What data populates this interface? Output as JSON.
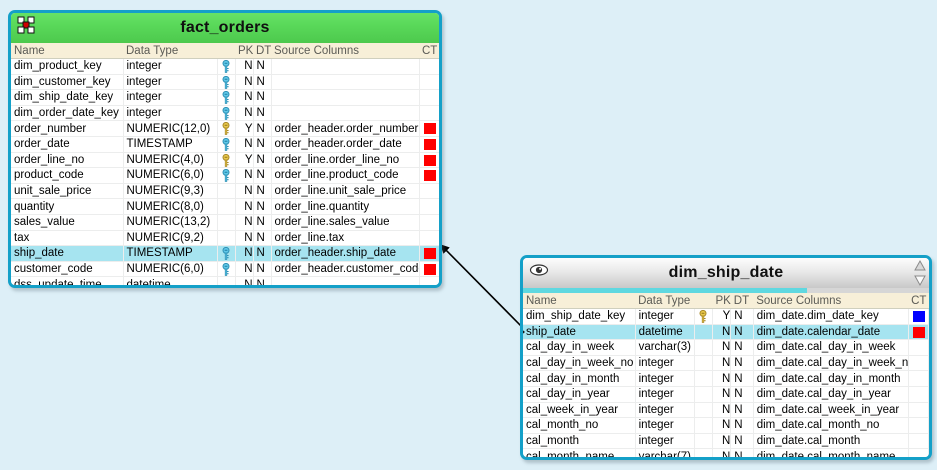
{
  "canvas": {
    "background": "#ddeff7"
  },
  "columns_header": {
    "name": "Name",
    "data_type": "Data Type",
    "pk": "PK",
    "dt": "DT",
    "source_columns": "Source Columns",
    "ct": "CT"
  },
  "fact_table": {
    "title": "fact_orders",
    "icon": "checker-grid-icon",
    "titlebar_color": "#5ad95a",
    "border_color": "#14a0c8",
    "rows": [
      {
        "name": "dim_product_key",
        "data_type": "integer",
        "key": "blue",
        "pk": "N",
        "dt": "N",
        "source": "",
        "ct": ""
      },
      {
        "name": "dim_customer_key",
        "data_type": "integer",
        "key": "blue",
        "pk": "N",
        "dt": "N",
        "source": "",
        "ct": ""
      },
      {
        "name": "dim_ship_date_key",
        "data_type": "integer",
        "key": "blue",
        "pk": "N",
        "dt": "N",
        "source": "",
        "ct": ""
      },
      {
        "name": "dim_order_date_key",
        "data_type": "integer",
        "key": "blue",
        "pk": "N",
        "dt": "N",
        "source": "",
        "ct": ""
      },
      {
        "name": "order_number",
        "data_type": "NUMERIC(12,0)",
        "key": "gold",
        "pk": "Y",
        "dt": "N",
        "source": "order_header.order_number",
        "ct": "#ff0000"
      },
      {
        "name": "order_date",
        "data_type": "TIMESTAMP",
        "key": "blue",
        "pk": "N",
        "dt": "N",
        "source": "order_header.order_date",
        "ct": "#ff0000"
      },
      {
        "name": "order_line_no",
        "data_type": "NUMERIC(4,0)",
        "key": "gold",
        "pk": "Y",
        "dt": "N",
        "source": "order_line.order_line_no",
        "ct": "#ff0000"
      },
      {
        "name": "product_code",
        "data_type": "NUMERIC(6,0)",
        "key": "blue",
        "pk": "N",
        "dt": "N",
        "source": "order_line.product_code",
        "ct": "#ff0000"
      },
      {
        "name": "unit_sale_price",
        "data_type": "NUMERIC(9,3)",
        "key": "",
        "pk": "N",
        "dt": "N",
        "source": "order_line.unit_sale_price",
        "ct": ""
      },
      {
        "name": "quantity",
        "data_type": "NUMERIC(8,0)",
        "key": "",
        "pk": "N",
        "dt": "N",
        "source": "order_line.quantity",
        "ct": ""
      },
      {
        "name": "sales_value",
        "data_type": "NUMERIC(13,2)",
        "key": "",
        "pk": "N",
        "dt": "N",
        "source": "order_line.sales_value",
        "ct": ""
      },
      {
        "name": "tax",
        "data_type": "NUMERIC(9,2)",
        "key": "",
        "pk": "N",
        "dt": "N",
        "source": "order_line.tax",
        "ct": ""
      },
      {
        "name": "ship_date",
        "data_type": "TIMESTAMP",
        "key": "blue",
        "pk": "N",
        "dt": "N",
        "source": "order_header.ship_date",
        "ct": "#ff0000",
        "selected": true
      },
      {
        "name": "customer_code",
        "data_type": "NUMERIC(6,0)",
        "key": "blue",
        "pk": "N",
        "dt": "N",
        "source": "order_header.customer_code",
        "ct": "#ff0000"
      },
      {
        "name": "dss_update_time",
        "data_type": "datetime",
        "key": "",
        "pk": "N",
        "dt": "N",
        "source": "",
        "ct": ""
      }
    ]
  },
  "dim_table": {
    "title": "dim_ship_date",
    "icon": "eye-icon",
    "titlebar_color": "#e9e9e9",
    "border_color": "#14a0c8",
    "progress_percent": 70,
    "rows": [
      {
        "name": "dim_ship_date_key",
        "data_type": "integer",
        "key": "gold",
        "pk": "Y",
        "dt": "N",
        "source": "dim_date.dim_date_key",
        "ct": "#0000ff"
      },
      {
        "name": "ship_date",
        "data_type": "datetime",
        "key": "",
        "pk": "N",
        "dt": "N",
        "source": "dim_date.calendar_date",
        "ct": "#ff0000",
        "selected": true,
        "marker": true
      },
      {
        "name": "cal_day_in_week",
        "data_type": "varchar(3)",
        "key": "",
        "pk": "N",
        "dt": "N",
        "source": "dim_date.cal_day_in_week",
        "ct": ""
      },
      {
        "name": "cal_day_in_week_no",
        "data_type": "integer",
        "key": "",
        "pk": "N",
        "dt": "N",
        "source": "dim_date.cal_day_in_week_no",
        "ct": ""
      },
      {
        "name": "cal_day_in_month",
        "data_type": "integer",
        "key": "",
        "pk": "N",
        "dt": "N",
        "source": "dim_date.cal_day_in_month",
        "ct": ""
      },
      {
        "name": "cal_day_in_year",
        "data_type": "integer",
        "key": "",
        "pk": "N",
        "dt": "N",
        "source": "dim_date.cal_day_in_year",
        "ct": ""
      },
      {
        "name": "cal_week_in_year",
        "data_type": "integer",
        "key": "",
        "pk": "N",
        "dt": "N",
        "source": "dim_date.cal_week_in_year",
        "ct": ""
      },
      {
        "name": "cal_month_no",
        "data_type": "integer",
        "key": "",
        "pk": "N",
        "dt": "N",
        "source": "dim_date.cal_month_no",
        "ct": ""
      },
      {
        "name": "cal_month",
        "data_type": "integer",
        "key": "",
        "pk": "N",
        "dt": "N",
        "source": "dim_date.cal_month",
        "ct": ""
      },
      {
        "name": "cal_month_name",
        "data_type": "varchar(7)",
        "key": "",
        "pk": "N",
        "dt": "N",
        "source": "dim_date.cal_month_name",
        "ct": ""
      }
    ]
  },
  "relationship": {
    "from_table": "fact_orders",
    "from_column": "ship_date",
    "to_table": "dim_ship_date",
    "to_column": "ship_date",
    "line_color": "#000000"
  }
}
